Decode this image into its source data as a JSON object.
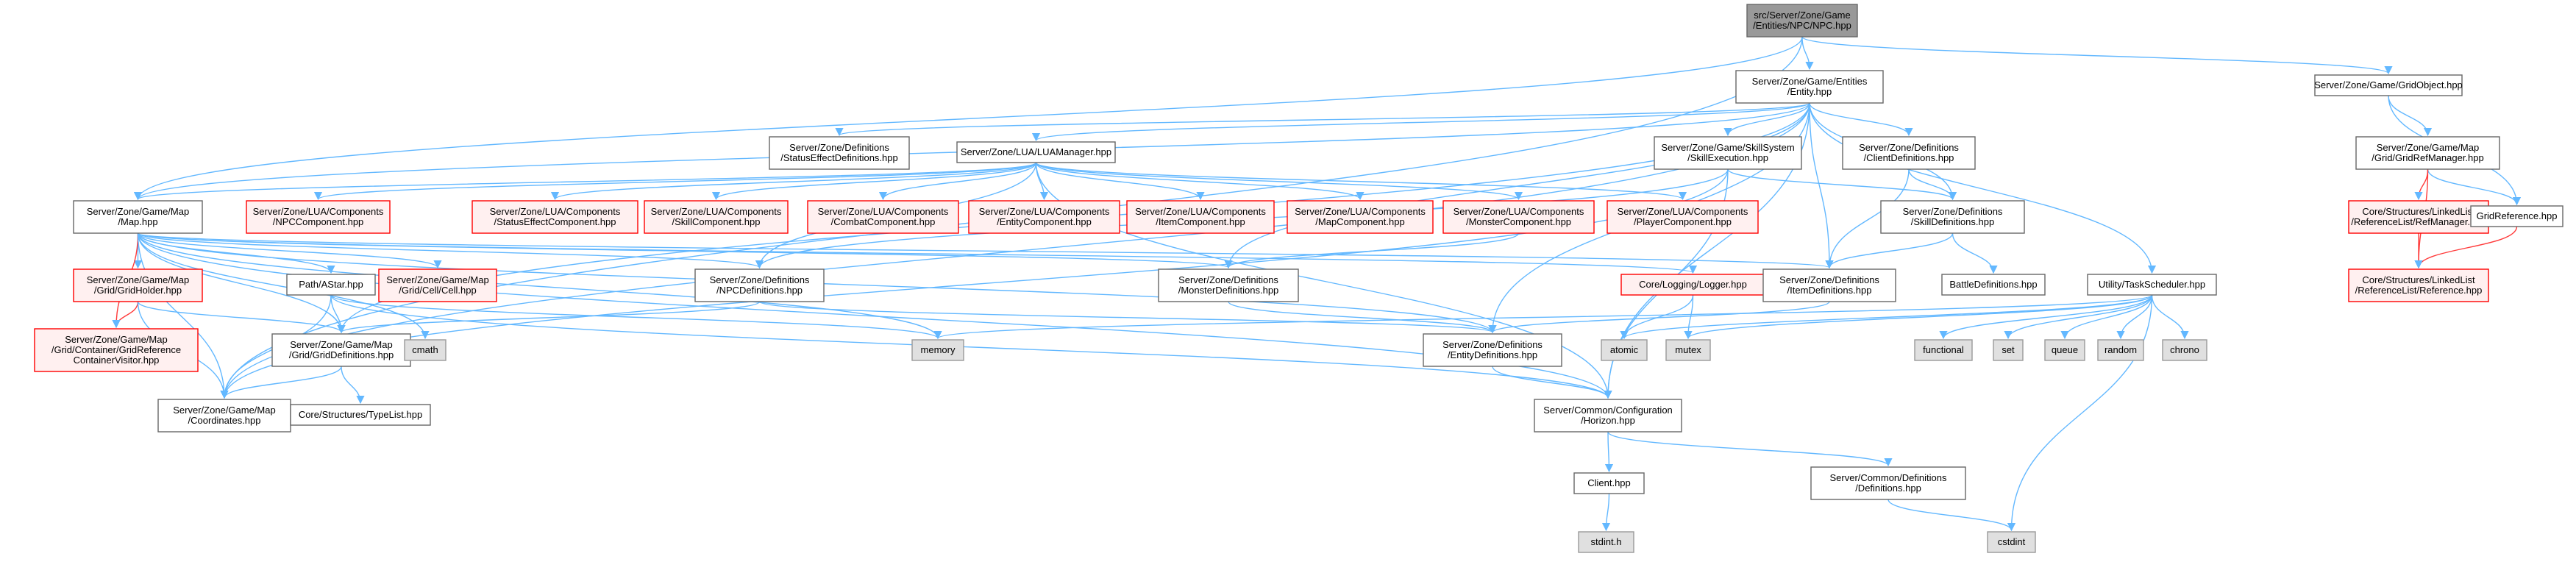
{
  "nodes": [
    {
      "id": "npc",
      "lines": [
        "src/Server/Zone/Game",
        "/Entities/NPC/NPC.hpp"
      ],
      "kind": "root"
    },
    {
      "id": "entity",
      "lines": [
        "Server/Zone/Game/Entities",
        "/Entity.hpp"
      ],
      "kind": "normal"
    },
    {
      "id": "gridobject",
      "lines": [
        "Server/Zone/Game/GridObject.hpp"
      ],
      "kind": "normal"
    },
    {
      "id": "statuseffectdefs",
      "lines": [
        "Server/Zone/Definitions",
        "/StatusEffectDefinitions.hpp"
      ],
      "kind": "normal"
    },
    {
      "id": "luamanager",
      "lines": [
        "Server/Zone/LUA/LUAManager.hpp"
      ],
      "kind": "normal"
    },
    {
      "id": "skillexecution",
      "lines": [
        "Server/Zone/Game/SkillSystem",
        "/SkillExecution.hpp"
      ],
      "kind": "normal"
    },
    {
      "id": "clientdefs",
      "lines": [
        "Server/Zone/Definitions",
        "/ClientDefinitions.hpp"
      ],
      "kind": "normal"
    },
    {
      "id": "gridrefmanager",
      "lines": [
        "Server/Zone/Game/Map",
        "/Grid/GridRefManager.hpp"
      ],
      "kind": "normal"
    },
    {
      "id": "map",
      "lines": [
        "Server/Zone/Game/Map",
        "/Map.hpp"
      ],
      "kind": "normal"
    },
    {
      "id": "npccomponent",
      "lines": [
        "Server/Zone/LUA/Components",
        "/NPCComponent.hpp"
      ],
      "kind": "missing"
    },
    {
      "id": "statuseffectcomponent",
      "lines": [
        "Server/Zone/LUA/Components",
        "/StatusEffectComponent.hpp"
      ],
      "kind": "missing"
    },
    {
      "id": "skillcomponent",
      "lines": [
        "Server/Zone/LUA/Components",
        "/SkillComponent.hpp"
      ],
      "kind": "missing"
    },
    {
      "id": "combatcomponent",
      "lines": [
        "Server/Zone/LUA/Components",
        "/CombatComponent.hpp"
      ],
      "kind": "missing"
    },
    {
      "id": "entitycomponent",
      "lines": [
        "Server/Zone/LUA/Components",
        "/EntityComponent.hpp"
      ],
      "kind": "missing"
    },
    {
      "id": "itemcomponent",
      "lines": [
        "Server/Zone/LUA/Components",
        "/ItemComponent.hpp"
      ],
      "kind": "missing"
    },
    {
      "id": "mapcomponent",
      "lines": [
        "Server/Zone/LUA/Components",
        "/MapComponent.hpp"
      ],
      "kind": "missing"
    },
    {
      "id": "monstercomponent",
      "lines": [
        "Server/Zone/LUA/Components",
        "/MonsterComponent.hpp"
      ],
      "kind": "missing"
    },
    {
      "id": "playercomponent",
      "lines": [
        "Server/Zone/LUA/Components",
        "/PlayerComponent.hpp"
      ],
      "kind": "missing"
    },
    {
      "id": "skilldefs",
      "lines": [
        "Server/Zone/Definitions",
        "/SkillDefinitions.hpp"
      ],
      "kind": "normal"
    },
    {
      "id": "linkedrefmanager",
      "lines": [
        "Core/Structures/LinkedList",
        "/ReferenceList/RefManager.hpp"
      ],
      "kind": "missing"
    },
    {
      "id": "gridreference",
      "lines": [
        "GridReference.hpp"
      ],
      "kind": "normal"
    },
    {
      "id": "gridholder",
      "lines": [
        "Server/Zone/Game/Map",
        "/Grid/GridHolder.hpp"
      ],
      "kind": "missing"
    },
    {
      "id": "pathastar",
      "lines": [
        "Path/AStar.hpp"
      ],
      "kind": "normal"
    },
    {
      "id": "gridcell",
      "lines": [
        "Server/Zone/Game/Map",
        "/Grid/Cell/Cell.hpp"
      ],
      "kind": "missing"
    },
    {
      "id": "npcdefs",
      "lines": [
        "Server/Zone/Definitions",
        "/NPCDefinitions.hpp"
      ],
      "kind": "normal"
    },
    {
      "id": "monsterdefs",
      "lines": [
        "Server/Zone/Definitions",
        "/MonsterDefinitions.hpp"
      ],
      "kind": "normal"
    },
    {
      "id": "logger",
      "lines": [
        "Core/Logging/Logger.hpp"
      ],
      "kind": "missing"
    },
    {
      "id": "itemdefs",
      "lines": [
        "Server/Zone/Definitions",
        "/ItemDefinitions.hpp"
      ],
      "kind": "normal"
    },
    {
      "id": "battledefs",
      "lines": [
        "BattleDefinitions.hpp"
      ],
      "kind": "normal"
    },
    {
      "id": "taskscheduler",
      "lines": [
        "Utility/TaskScheduler.hpp"
      ],
      "kind": "normal"
    },
    {
      "id": "linkedreference",
      "lines": [
        "Core/Structures/LinkedList",
        "/ReferenceList/Reference.hpp"
      ],
      "kind": "missing"
    },
    {
      "id": "gridcontainervisitor",
      "lines": [
        "Server/Zone/Game/Map",
        "/Grid/Container/GridReference",
        "ContainerVisitor.hpp"
      ],
      "kind": "missing"
    },
    {
      "id": "griddefs",
      "lines": [
        "Server/Zone/Game/Map",
        "/Grid/GridDefinitions.hpp"
      ],
      "kind": "normal"
    },
    {
      "id": "cmath",
      "lines": [
        "cmath"
      ],
      "kind": "system"
    },
    {
      "id": "memory",
      "lines": [
        "memory"
      ],
      "kind": "system"
    },
    {
      "id": "atomic",
      "lines": [
        "atomic"
      ],
      "kind": "system"
    },
    {
      "id": "mutex",
      "lines": [
        "mutex"
      ],
      "kind": "system"
    },
    {
      "id": "entitydefs",
      "lines": [
        "Server/Zone/Definitions",
        "/EntityDefinitions.hpp"
      ],
      "kind": "normal"
    },
    {
      "id": "functional",
      "lines": [
        "functional"
      ],
      "kind": "system"
    },
    {
      "id": "set",
      "lines": [
        "set"
      ],
      "kind": "system"
    },
    {
      "id": "queue",
      "lines": [
        "queue"
      ],
      "kind": "system"
    },
    {
      "id": "random",
      "lines": [
        "random"
      ],
      "kind": "system"
    },
    {
      "id": "chrono",
      "lines": [
        "chrono"
      ],
      "kind": "system"
    },
    {
      "id": "coordinates",
      "lines": [
        "Server/Zone/Game/Map",
        "/Coordinates.hpp"
      ],
      "kind": "normal"
    },
    {
      "id": "typelist",
      "lines": [
        "Core/Structures/TypeList.hpp"
      ],
      "kind": "normal"
    },
    {
      "id": "horizon",
      "lines": [
        "Server/Common/Configuration",
        "/Horizon.hpp"
      ],
      "kind": "normal"
    },
    {
      "id": "client",
      "lines": [
        "Client.hpp"
      ],
      "kind": "normal"
    },
    {
      "id": "commondefs",
      "lines": [
        "Server/Common/Definitions",
        "/Definitions.hpp"
      ],
      "kind": "normal"
    },
    {
      "id": "stdint",
      "lines": [
        "stdint.h"
      ],
      "kind": "system"
    },
    {
      "id": "cstdint",
      "lines": [
        "cstdint"
      ],
      "kind": "system"
    }
  ],
  "edges": [
    [
      "npc",
      "entity"
    ],
    [
      "npc",
      "gridobject"
    ],
    [
      "npc",
      "map"
    ],
    [
      "npc",
      "coordinates"
    ],
    [
      "entity",
      "statuseffectdefs"
    ],
    [
      "entity",
      "luamanager"
    ],
    [
      "entity",
      "skillexecution"
    ],
    [
      "entity",
      "clientdefs"
    ],
    [
      "entity",
      "skilldefs"
    ],
    [
      "entity",
      "itemdefs"
    ],
    [
      "entity",
      "taskscheduler"
    ],
    [
      "entity",
      "entitydefs"
    ],
    [
      "entity",
      "horizon"
    ],
    [
      "entity",
      "map"
    ],
    [
      "entity",
      "coordinates"
    ],
    [
      "entity",
      "griddefs"
    ],
    [
      "entity",
      "monsterdefs"
    ],
    [
      "gridobject",
      "gridrefmanager"
    ],
    [
      "gridobject",
      "gridreference"
    ],
    [
      "gridrefmanager",
      "linkedrefmanager"
    ],
    [
      "gridrefmanager",
      "gridreference"
    ],
    [
      "gridrefmanager",
      "linkedreference"
    ],
    [
      "linkedrefmanager",
      "linkedreference"
    ],
    [
      "gridreference",
      "linkedreference"
    ],
    [
      "luamanager",
      "map"
    ],
    [
      "luamanager",
      "npccomponent"
    ],
    [
      "luamanager",
      "statuseffectcomponent"
    ],
    [
      "luamanager",
      "skillcomponent"
    ],
    [
      "luamanager",
      "combatcomponent"
    ],
    [
      "luamanager",
      "entitycomponent"
    ],
    [
      "luamanager",
      "itemcomponent"
    ],
    [
      "luamanager",
      "mapcomponent"
    ],
    [
      "luamanager",
      "monstercomponent"
    ],
    [
      "luamanager",
      "playercomponent"
    ],
    [
      "luamanager",
      "npcdefs"
    ],
    [
      "luamanager",
      "horizon"
    ],
    [
      "monstercomponent",
      "monsterdefs"
    ],
    [
      "skillexecution",
      "skilldefs"
    ],
    [
      "skillexecution",
      "horizon"
    ],
    [
      "skillexecution",
      "coordinates"
    ],
    [
      "skillexecution",
      "npcdefs"
    ],
    [
      "clientdefs",
      "skilldefs"
    ],
    [
      "clientdefs",
      "itemdefs"
    ],
    [
      "skilldefs",
      "itemdefs"
    ],
    [
      "skilldefs",
      "battledefs"
    ],
    [
      "map",
      "gridholder"
    ],
    [
      "map",
      "pathastar"
    ],
    [
      "map",
      "gridcell"
    ],
    [
      "map",
      "npcdefs"
    ],
    [
      "map",
      "monsterdefs"
    ],
    [
      "map",
      "logger"
    ],
    [
      "map",
      "griddefs"
    ],
    [
      "map",
      "gridcontainervisitor"
    ],
    [
      "map",
      "coordinates"
    ],
    [
      "map",
      "cmath"
    ],
    [
      "map",
      "memory"
    ],
    [
      "map",
      "entitydefs"
    ],
    [
      "map",
      "horizon"
    ],
    [
      "map",
      "itemdefs"
    ],
    [
      "gridholder",
      "griddefs"
    ],
    [
      "gridholder",
      "gridcontainervisitor"
    ],
    [
      "gridholder",
      "coordinates"
    ],
    [
      "pathastar",
      "griddefs"
    ],
    [
      "pathastar",
      "coordinates"
    ],
    [
      "pathastar",
      "memory"
    ],
    [
      "pathastar",
      "horizon"
    ],
    [
      "npcdefs",
      "entitydefs"
    ],
    [
      "npcdefs",
      "griddefs"
    ],
    [
      "monsterdefs",
      "entitydefs"
    ],
    [
      "logger",
      "atomic"
    ],
    [
      "logger",
      "mutex"
    ],
    [
      "itemdefs",
      "entitydefs"
    ],
    [
      "taskscheduler",
      "functional"
    ],
    [
      "taskscheduler",
      "set"
    ],
    [
      "taskscheduler",
      "queue"
    ],
    [
      "taskscheduler",
      "random"
    ],
    [
      "taskscheduler",
      "chrono"
    ],
    [
      "taskscheduler",
      "mutex"
    ],
    [
      "taskscheduler",
      "cstdint"
    ],
    [
      "taskscheduler",
      "memory"
    ],
    [
      "taskscheduler",
      "atomic"
    ],
    [
      "griddefs",
      "typelist"
    ],
    [
      "griddefs",
      "coordinates"
    ],
    [
      "entitydefs",
      "horizon"
    ],
    [
      "horizon",
      "client"
    ],
    [
      "horizon",
      "commondefs"
    ],
    [
      "client",
      "stdint"
    ],
    [
      "commondefs",
      "cstdint"
    ]
  ],
  "styles": {
    "root_fill": "#999999",
    "root_stroke": "#666666",
    "normal_fill": "#ffffff",
    "normal_stroke": "#666666",
    "missing_fill": "#fff0f0",
    "missing_stroke": "#ff0000",
    "system_fill": "#e0e0e0",
    "system_stroke": "#999999",
    "edge_color": "#63b8ff",
    "arrow_color": "#63b8ff",
    "red_edge_color": "#ff3a3a"
  }
}
